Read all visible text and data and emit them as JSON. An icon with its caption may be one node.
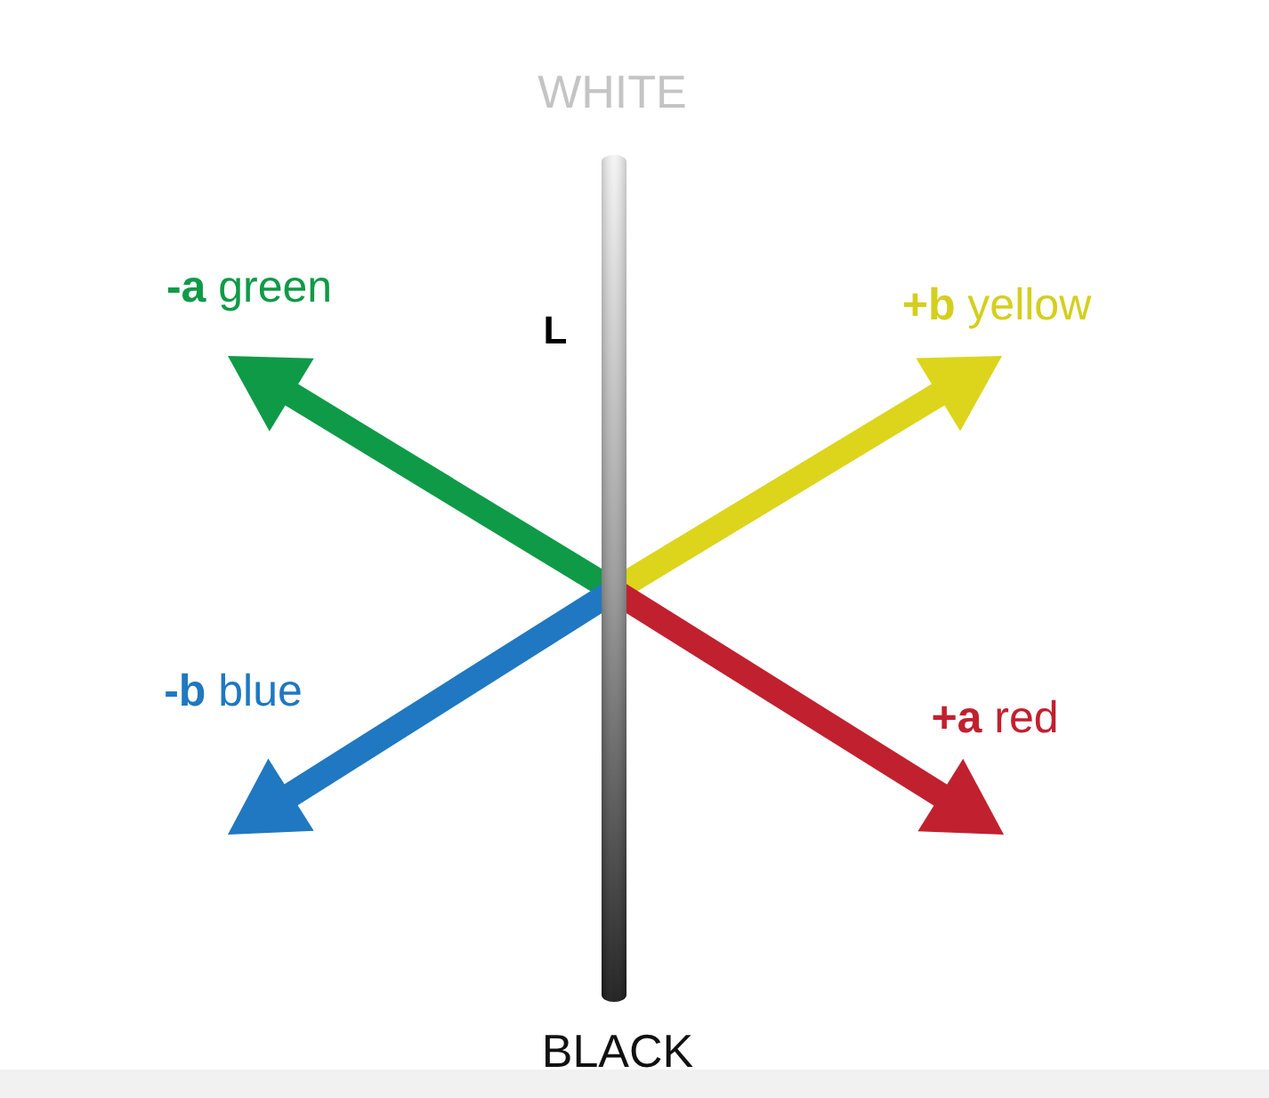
{
  "diagram": {
    "labels": [
      "WHITE",
      "**-a** green",
      "L",
      "**+b** yellow",
      "**-b** blue",
      "**+a** red",
      "BLACK"
    ]
  }
}
